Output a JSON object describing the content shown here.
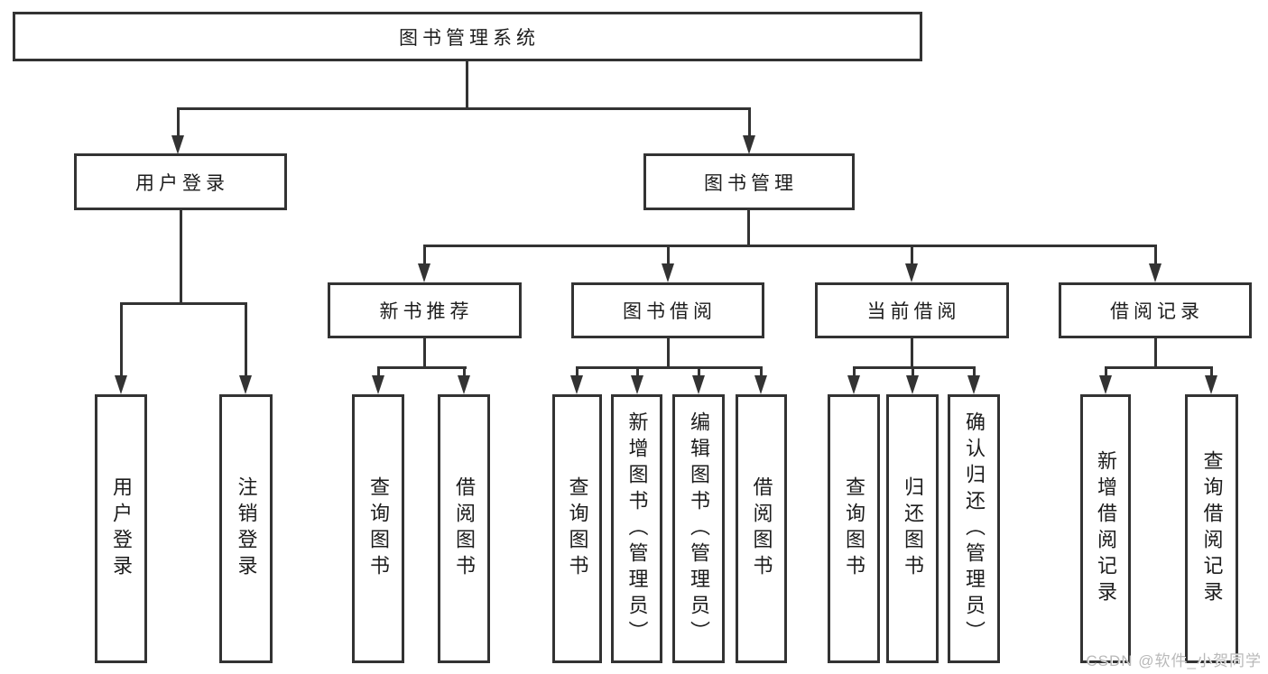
{
  "diagram": {
    "root": {
      "label": "图书管理系统"
    },
    "level2": [
      {
        "label": "用户登录"
      },
      {
        "label": "图书管理"
      }
    ],
    "level3": [
      {
        "label": "新书推荐"
      },
      {
        "label": "图书借阅"
      },
      {
        "label": "当前借阅"
      },
      {
        "label": "借阅记录"
      }
    ],
    "leaves": {
      "user_login": [
        "用户登录",
        "注销登录"
      ],
      "new_book": [
        "查询图书",
        "借阅图书"
      ],
      "book_borrow": [
        "查询图书",
        "新增图书（管理员）",
        "编辑图书（管理员）",
        "借阅图书"
      ],
      "current_borrow": [
        "查询图书",
        "归还图书",
        "确认归还（管理员）"
      ],
      "borrow_record": [
        "新增借阅记录",
        "查询借阅记录"
      ]
    }
  },
  "colors": {
    "line": "#333333",
    "text": "#1c1c1c",
    "watermark": "#b9b9b9",
    "background": "#ffffff"
  },
  "watermark": {
    "text": "CSDN @软件_小贺同学"
  }
}
